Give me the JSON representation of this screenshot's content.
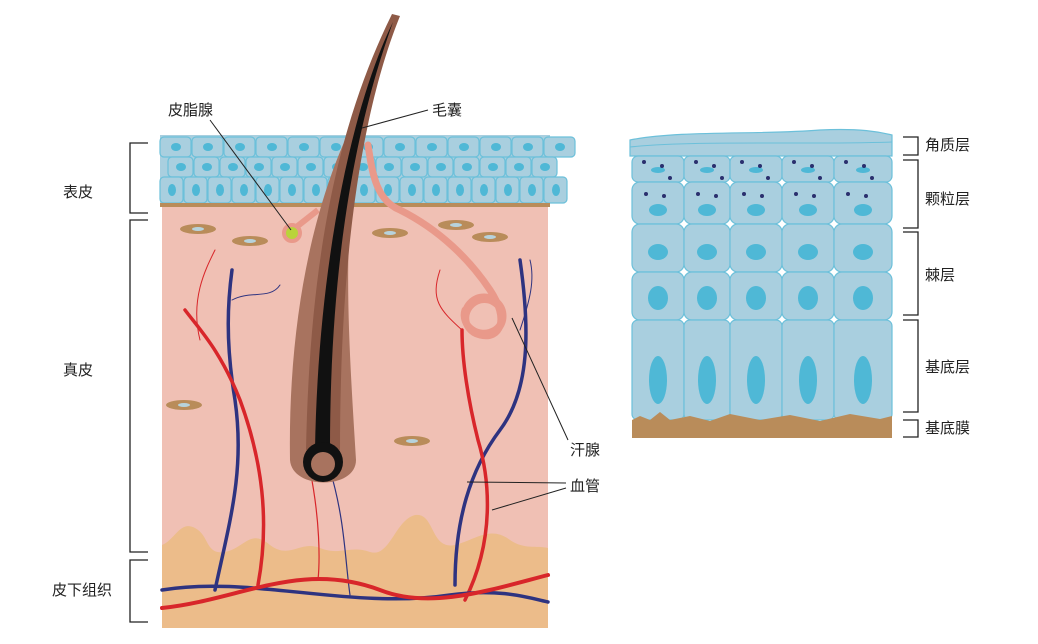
{
  "left_diagram": {
    "labels": {
      "sebaceous_gland": "皮脂腺",
      "hair_follicle": "毛囊",
      "epidermis": "表皮",
      "dermis": "真皮",
      "subcutaneous": "皮下组织",
      "sweat_gland": "汗腺",
      "blood_vessel": "血管"
    }
  },
  "right_diagram": {
    "labels": {
      "stratum_corneum": "角质层",
      "stratum_granulosum": "颗粒层",
      "stratum_spinosum": "棘层",
      "stratum_basale": "基底层",
      "basement_membrane": "基底膜"
    }
  },
  "colors": {
    "cell_fill": "#a9cfdf",
    "cell_border": "#6cc0da",
    "nucleus": "#4fb8d6",
    "dermis": "#f0c0b4",
    "fat": "#ecbc8a",
    "hair": "#111111",
    "follicle": "#a8735f",
    "artery": "#d8262a",
    "vein": "#2e3380",
    "membrane": "#b98c5a",
    "sweat_duct": "#e9998a"
  }
}
